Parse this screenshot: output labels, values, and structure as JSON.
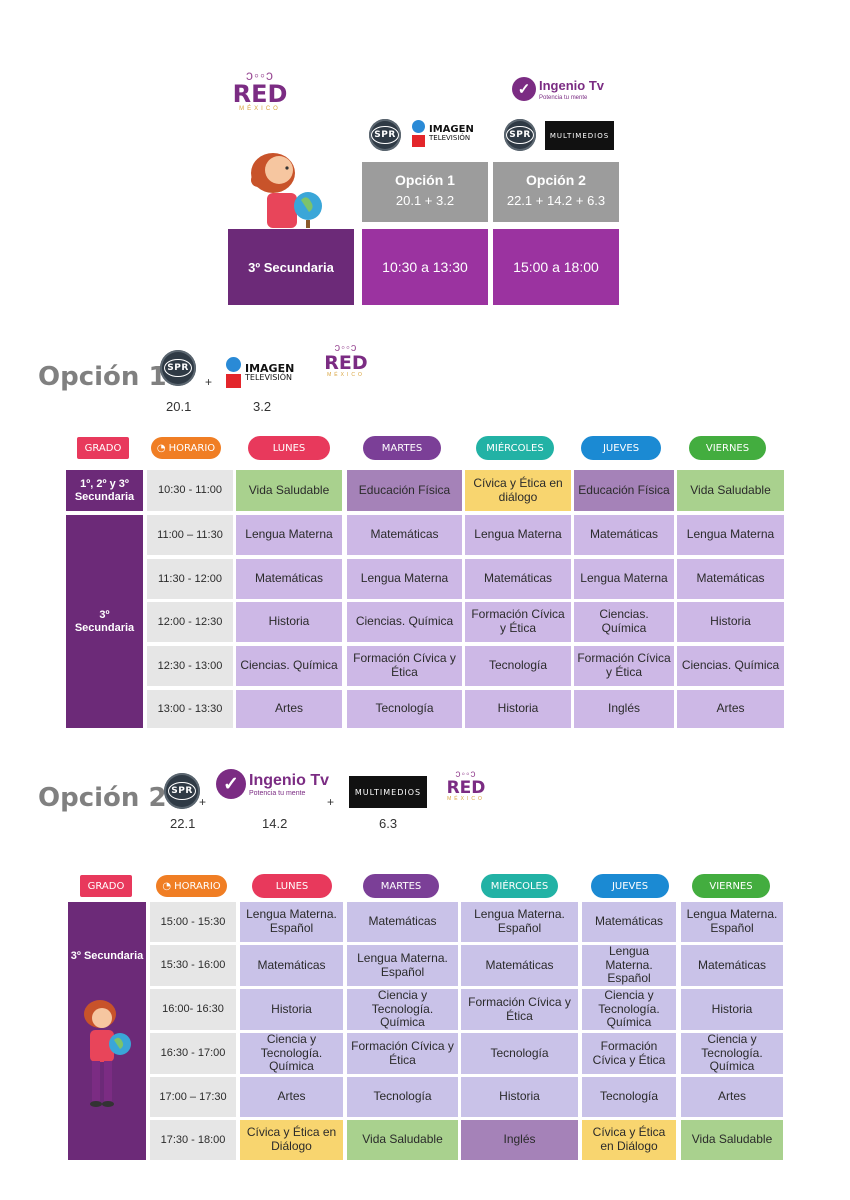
{
  "colors": {
    "purple_dark": "#6c2a78",
    "purple": "#9b33a0",
    "purple_light": "#cdb8e6",
    "lavender": "#c9c2e8",
    "green": "#a9d18e",
    "yellow": "#f8d56f",
    "mauve": "#a582b8",
    "gray": "#9c9c9c",
    "gray_light": "#e6e6e6",
    "pill_grado": "#e8395c",
    "pill_horario": "#f07e24",
    "pill_lunes": "#e8395c",
    "pill_martes": "#7b3f97",
    "pill_miercoles": "#22b2a5",
    "pill_jueves": "#1b8ad3",
    "pill_viernes": "#43ad3f"
  },
  "logos": {
    "red_word": "RED",
    "red_sub": "MÉXICO",
    "spr": "SPR",
    "imagen_line1": "IMAGEN",
    "imagen_line2": "TELEVISIÓN",
    "ingenio_name": "Ingenio Tv",
    "ingenio_tag": "Potencia tu mente",
    "multimedios": "MULTIMEDIOS"
  },
  "summary": {
    "opcion1_title": "Opción 1",
    "opcion1_channels": "20.1  +  3.2",
    "opcion2_title": "Opción 2",
    "opcion2_channels": "22.1 + 14.2  + 6.3",
    "grade": "3º Secundaria",
    "opcion1_time": "10:30 a 13:30",
    "opcion2_time": "15:00 a 18:00"
  },
  "option1": {
    "title": "Opción 1",
    "plus1": "+",
    "ch_spr": "20.1",
    "ch_imagen": "3.2",
    "headers": {
      "grado": "GRADO",
      "horario": "HORARIO",
      "lunes": "LUNES",
      "martes": "MARTES",
      "miercoles": "MIÉRCOLES",
      "jueves": "JUEVES",
      "viernes": "VIERNES"
    },
    "grade_top": "1º, 2º y 3º Secundaria",
    "grade_main": "3º Secundaria",
    "rows": [
      {
        "time": "10:30 - 11:00",
        "cells": [
          "Vida Saludable",
          "Educación Física",
          "Cívica y Ética en diálogo",
          "Educación Física",
          "Vida Saludable"
        ]
      },
      {
        "time": "11:00 – 11:30",
        "cells": [
          "Lengua Materna",
          "Matemáticas",
          "Lengua Materna",
          "Matemáticas",
          "Lengua Materna"
        ]
      },
      {
        "time": "11:30 - 12:00",
        "cells": [
          "Matemáticas",
          "Lengua Materna",
          "Matemáticas",
          "Lengua Materna",
          "Matemáticas"
        ]
      },
      {
        "time": "12:00 - 12:30",
        "cells": [
          "Historia",
          "Ciencias. Química",
          "Formación Cívica y Ética",
          "Ciencias. Química",
          "Historia"
        ]
      },
      {
        "time": "12:30 - 13:00",
        "cells": [
          "Ciencias. Química",
          "Formación Cívica y Ética",
          "Tecnología",
          "Formación Cívica y Ética",
          "Ciencias. Química"
        ]
      },
      {
        "time": "13:00 - 13:30",
        "cells": [
          "Artes",
          "Tecnología",
          "Historia",
          "Inglés",
          "Artes"
        ]
      }
    ]
  },
  "option2": {
    "title": "Opción 2",
    "plus": "+",
    "ch_spr": "22.1",
    "ch_ingenio": "14.2",
    "ch_multi": "6.3",
    "headers": {
      "grado": "GRADO",
      "horario": "HORARIO",
      "lunes": "LUNES",
      "martes": "MARTES",
      "miercoles": "MIÉRCOLES",
      "jueves": "JUEVES",
      "viernes": "VIERNES"
    },
    "grade": "3º Secundaria",
    "rows": [
      {
        "time": "15:00 - 15:30",
        "cells": [
          "Lengua Materna. Español",
          "Matemáticas",
          "Lengua Materna. Español",
          "Matemáticas",
          "Lengua Materna. Español"
        ]
      },
      {
        "time": "15:30 - 16:00",
        "cells": [
          "Matemáticas",
          "Lengua Materna. Español",
          "Matemáticas",
          "Lengua Materna. Español",
          "Matemáticas"
        ]
      },
      {
        "time": "16:00- 16:30",
        "cells": [
          "Historia",
          "Ciencia y Tecnología. Química",
          "Formación Cívica y Ética",
          "Ciencia y Tecnología. Química",
          "Historia"
        ]
      },
      {
        "time": "16:30 - 17:00",
        "cells": [
          "Ciencia y Tecnología. Química",
          "Formación Cívica y Ética",
          "Tecnología",
          "Formación Cívica y Ética",
          "Ciencia y Tecnología. Química"
        ]
      },
      {
        "time": "17:00 – 17:30",
        "cells": [
          "Artes",
          "Tecnología",
          "Historia",
          "Tecnología",
          "Artes"
        ]
      },
      {
        "time": "17:30 - 18:00",
        "cells": [
          "Cívica y Ética en Diálogo",
          "Vida Saludable",
          "Inglés",
          "Cívica y Ética en Diálogo",
          "Vida Saludable"
        ]
      }
    ]
  }
}
